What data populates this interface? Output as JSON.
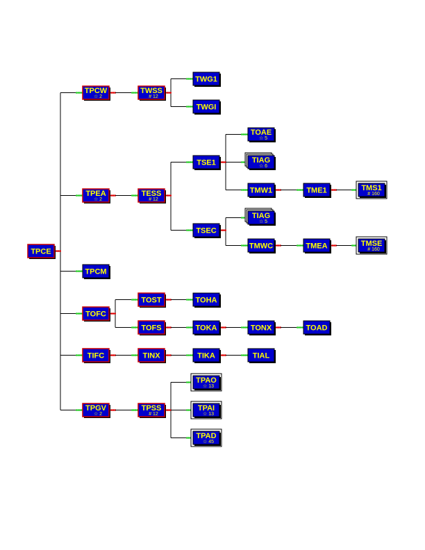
{
  "colors": {
    "box_fill": "#0000cc",
    "box_border_red": "#cc0000",
    "box_border_black": "#000000",
    "label": "#ffff00",
    "connector_red": "#dd0000",
    "connector_green": "#22cc22",
    "line": "#000000",
    "shadow": "#000000"
  },
  "nodes": [
    {
      "id": "TPCE",
      "label": "TPCE",
      "count": "",
      "border": "red"
    },
    {
      "id": "TPCW",
      "label": "TPCW",
      "count": "☆ 2",
      "border": "red"
    },
    {
      "id": "TWSS",
      "label": "TWSS",
      "count": "# 12",
      "border": "red"
    },
    {
      "id": "TWG1",
      "label": "TWG1",
      "count": "",
      "border": "black"
    },
    {
      "id": "TWGI",
      "label": "TWGI",
      "count": "",
      "border": "black"
    },
    {
      "id": "TPEA",
      "label": "TPEA",
      "count": "☆ 2",
      "border": "red"
    },
    {
      "id": "TESS",
      "label": "TESS",
      "count": "# 12",
      "border": "red"
    },
    {
      "id": "TSE1",
      "label": "TSE1",
      "count": "",
      "border": "black"
    },
    {
      "id": "TOAE",
      "label": "TOAE",
      "count": "☆ 5",
      "border": "black"
    },
    {
      "id": "TIAG1",
      "label": "TIAG",
      "count": "☆ 6",
      "border": "black",
      "stacked": true
    },
    {
      "id": "TMW1",
      "label": "TMW1",
      "count": "",
      "border": "black"
    },
    {
      "id": "TME1",
      "label": "TME1",
      "count": "",
      "border": "black"
    },
    {
      "id": "TMS1",
      "label": "TMS1",
      "count": "# 160",
      "border": "double"
    },
    {
      "id": "TSEC",
      "label": "TSEC",
      "count": "",
      "border": "black"
    },
    {
      "id": "TIAG2",
      "label": "TIAG",
      "count": "☆ 5",
      "border": "black",
      "stacked": true
    },
    {
      "id": "TMWC",
      "label": "TMWC",
      "count": "",
      "border": "black"
    },
    {
      "id": "TMEA",
      "label": "TMEA",
      "count": "",
      "border": "black"
    },
    {
      "id": "TMSE",
      "label": "TMSE",
      "count": "# 160",
      "border": "double"
    },
    {
      "id": "TPCM",
      "label": "TPCM",
      "count": "",
      "border": "black"
    },
    {
      "id": "TOFC",
      "label": "TOFC",
      "count": "",
      "border": "red"
    },
    {
      "id": "TOST",
      "label": "TOST",
      "count": "",
      "border": "red"
    },
    {
      "id": "TOHA",
      "label": "TOHA",
      "count": "",
      "border": "black"
    },
    {
      "id": "TOFS",
      "label": "TOFS",
      "count": "",
      "border": "red"
    },
    {
      "id": "TOKA",
      "label": "TOKA",
      "count": "",
      "border": "black"
    },
    {
      "id": "TONX",
      "label": "TONX",
      "count": "",
      "border": "black"
    },
    {
      "id": "TOAD",
      "label": "TOAD",
      "count": "",
      "border": "black"
    },
    {
      "id": "TIFC",
      "label": "TIFC",
      "count": "",
      "border": "red"
    },
    {
      "id": "TINX",
      "label": "TINX",
      "count": "",
      "border": "red"
    },
    {
      "id": "TIKA",
      "label": "TIKA",
      "count": "",
      "border": "black"
    },
    {
      "id": "TIAL",
      "label": "TIAL",
      "count": "",
      "border": "black"
    },
    {
      "id": "TPGV",
      "label": "TPGV",
      "count": "☆ 2",
      "border": "red"
    },
    {
      "id": "TPSS",
      "label": "TPSS",
      "count": "# 12",
      "border": "red"
    },
    {
      "id": "TPAO",
      "label": "TPAO",
      "count": "☆ 13",
      "border": "double"
    },
    {
      "id": "TPAI",
      "label": "TPAI",
      "count": "☆ 13",
      "border": "double"
    },
    {
      "id": "TPAD",
      "label": "TPAD",
      "count": "☆ 45",
      "border": "double"
    }
  ],
  "edges": [
    {
      "from": "TPCE",
      "to": "TPCW"
    },
    {
      "from": "TPCE",
      "to": "TPEA"
    },
    {
      "from": "TPCE",
      "to": "TPCM"
    },
    {
      "from": "TPCE",
      "to": "TOFC"
    },
    {
      "from": "TPCE",
      "to": "TIFC"
    },
    {
      "from": "TPCE",
      "to": "TPGV"
    },
    {
      "from": "TPCW",
      "to": "TWSS"
    },
    {
      "from": "TWSS",
      "to": "TWG1"
    },
    {
      "from": "TWSS",
      "to": "TWGI"
    },
    {
      "from": "TPEA",
      "to": "TESS"
    },
    {
      "from": "TESS",
      "to": "TSE1"
    },
    {
      "from": "TESS",
      "to": "TSEC"
    },
    {
      "from": "TSE1",
      "to": "TOAE"
    },
    {
      "from": "TSE1",
      "to": "TIAG1"
    },
    {
      "from": "TSE1",
      "to": "TMW1"
    },
    {
      "from": "TMW1",
      "to": "TME1"
    },
    {
      "from": "TME1",
      "to": "TMS1"
    },
    {
      "from": "TSEC",
      "to": "TIAG2"
    },
    {
      "from": "TSEC",
      "to": "TMWC"
    },
    {
      "from": "TMWC",
      "to": "TMEA"
    },
    {
      "from": "TMEA",
      "to": "TMSE"
    },
    {
      "from": "TOFC",
      "to": "TOST"
    },
    {
      "from": "TOFC",
      "to": "TOFS"
    },
    {
      "from": "TOST",
      "to": "TOHA"
    },
    {
      "from": "TOFS",
      "to": "TOKA"
    },
    {
      "from": "TOKA",
      "to": "TONX"
    },
    {
      "from": "TONX",
      "to": "TOAD"
    },
    {
      "from": "TIFC",
      "to": "TINX"
    },
    {
      "from": "TINX",
      "to": "TIKA"
    },
    {
      "from": "TIKA",
      "to": "TIAL"
    },
    {
      "from": "TPGV",
      "to": "TPSS"
    },
    {
      "from": "TPSS",
      "to": "TPAO"
    },
    {
      "from": "TPSS",
      "to": "TPAI"
    },
    {
      "from": "TPSS",
      "to": "TPAD"
    }
  ]
}
